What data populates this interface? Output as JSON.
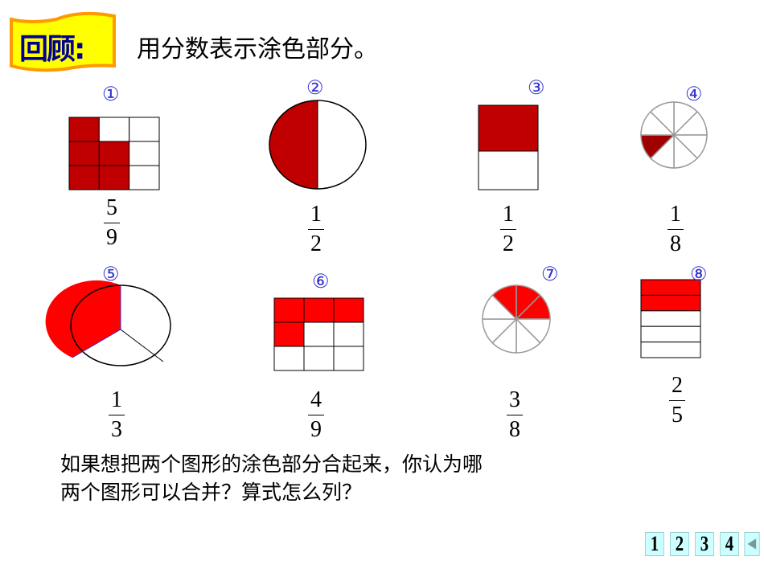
{
  "badge": {
    "text": "回顾:"
  },
  "title": "用分数表示涂色部分。",
  "colors": {
    "dark_red": "#c00000",
    "red": "#ff0000",
    "badge_fill": "#ffff00",
    "badge_border": "#ff9900",
    "badge_text": "#000099",
    "number": "#3333cc"
  },
  "figures": [
    {
      "label": "①",
      "num": "5",
      "den": "9"
    },
    {
      "label": "②",
      "num": "1",
      "den": "2"
    },
    {
      "label": "③",
      "num": "1",
      "den": "2"
    },
    {
      "label": "④",
      "num": "1",
      "den": "8"
    },
    {
      "label": "⑤",
      "num": "1",
      "den": "3"
    },
    {
      "label": "⑥",
      "num": "4",
      "den": "9"
    },
    {
      "label": "⑦",
      "num": "3",
      "den": "8"
    },
    {
      "label": "⑧",
      "num": "2",
      "den": "5"
    }
  ],
  "question": [
    "如果想把两个图形的涂色部分合起来，你认为哪",
    "两个图形可以合并？算式怎么列？"
  ],
  "nav": {
    "pages": [
      "1",
      "2",
      "3",
      "4"
    ],
    "back_icon": "triangle-left-icon"
  }
}
